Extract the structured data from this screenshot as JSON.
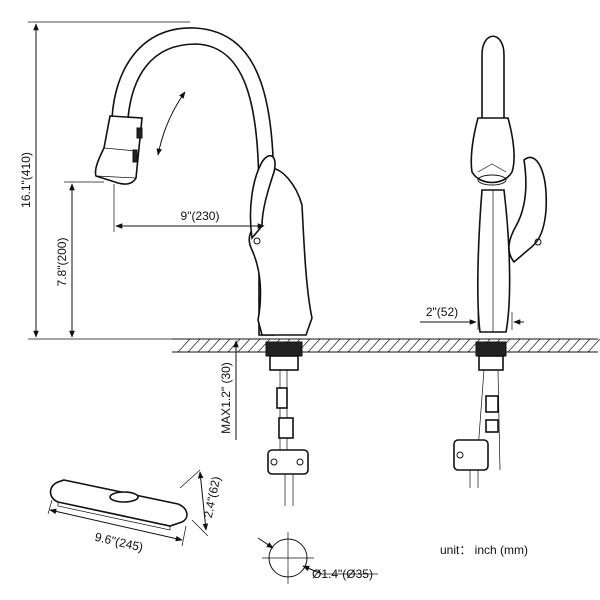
{
  "dimensions": {
    "total_height": "16.1\"(410)",
    "spout_height": "7.8\"(200)",
    "reach": "9\"(230)",
    "max_deck": "MAX1.2\" (30)",
    "base_width": "2\"(52)",
    "plate_length": "9.6\"(245)",
    "plate_width": "2.4\"(62)",
    "hole_diameter": "Ø1.4\"(Ø35)"
  },
  "unit_note": "unit： inch (mm)",
  "colors": {
    "line": "#111111",
    "background": "#ffffff"
  }
}
